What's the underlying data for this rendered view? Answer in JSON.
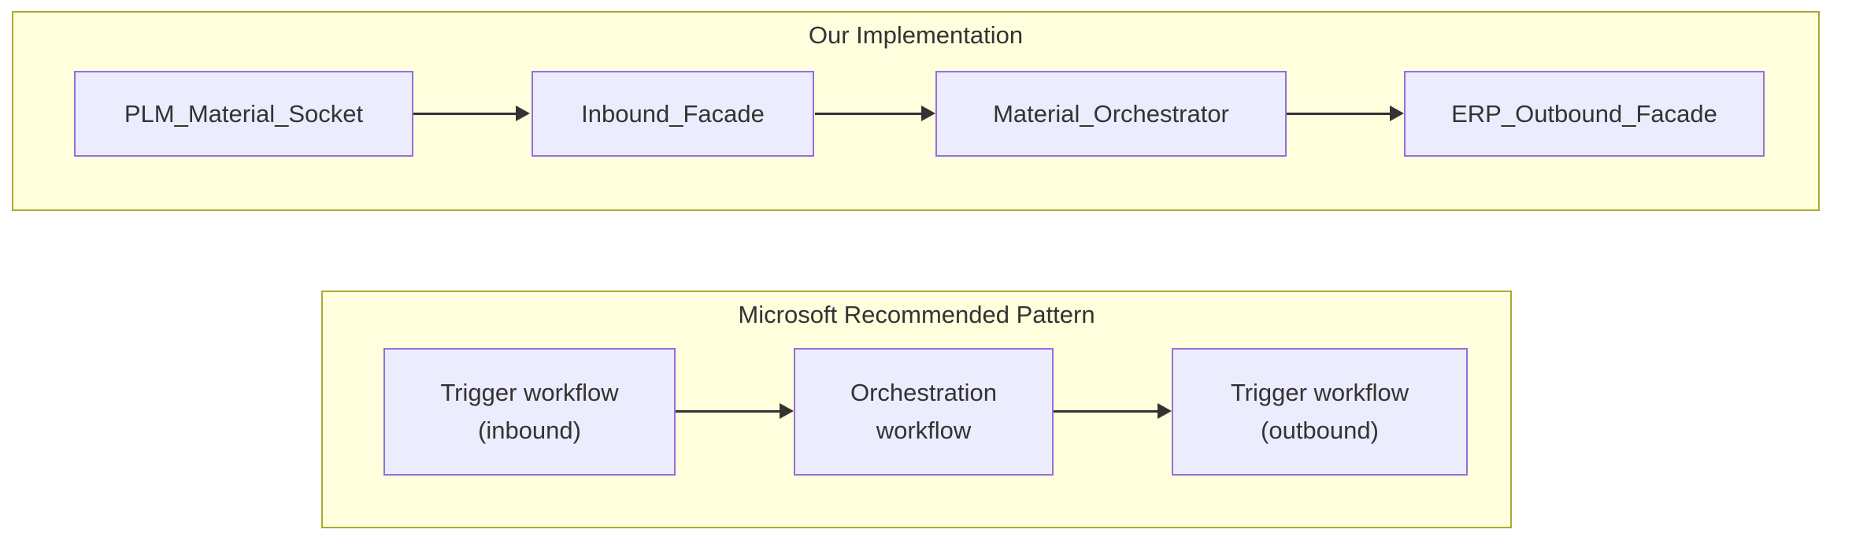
{
  "diagram": {
    "type": "flowchart-left-to-right",
    "clusters": [
      {
        "title": "Our Implementation",
        "nodes": [
          {
            "lines": [
              "PLM_Material_Socket"
            ]
          },
          {
            "lines": [
              "Inbound_Facade"
            ]
          },
          {
            "lines": [
              "Material_Orchestrator"
            ]
          },
          {
            "lines": [
              "ERP_Outbound_Facade"
            ]
          }
        ]
      },
      {
        "title": "Microsoft Recommended Pattern",
        "nodes": [
          {
            "lines": [
              "Trigger workflow",
              "(inbound)"
            ]
          },
          {
            "lines": [
              "Orchestration",
              "workflow"
            ]
          },
          {
            "lines": [
              "Trigger workflow",
              "(outbound)"
            ]
          }
        ]
      }
    ],
    "edges": [
      {
        "from": "PLM_Material_Socket",
        "to": "Inbound_Facade"
      },
      {
        "from": "Inbound_Facade",
        "to": "Material_Orchestrator"
      },
      {
        "from": "Material_Orchestrator",
        "to": "ERP_Outbound_Facade"
      },
      {
        "from": "Trigger workflow (inbound)",
        "to": "Orchestration workflow"
      },
      {
        "from": "Orchestration workflow",
        "to": "Trigger workflow (outbound)"
      }
    ],
    "colors": {
      "background": "#ffffff",
      "cluster_fill": "#ffffde",
      "cluster_border": "#aaaa33",
      "node_fill": "#ececff",
      "node_border": "#9370db",
      "edge": "#333333",
      "text": "#333333"
    }
  }
}
